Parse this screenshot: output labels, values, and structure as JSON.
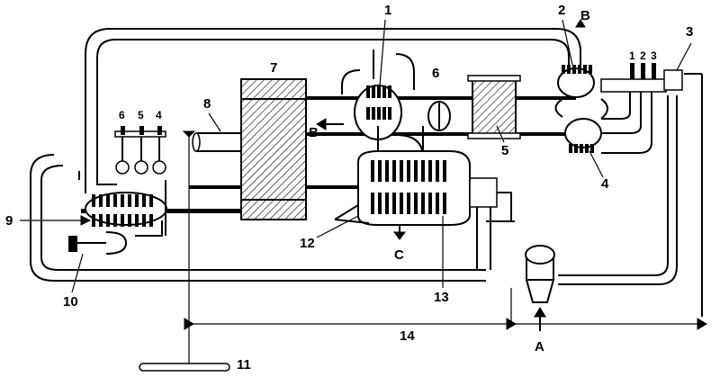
{
  "colors": {
    "line": "#000000",
    "background": "#ffffff"
  },
  "labels": {
    "n1": "1",
    "n2": "2",
    "n3": "3",
    "n4": "4",
    "n5": "5",
    "n6": "6",
    "n7": "7",
    "n8": "8",
    "n9": "9",
    "n10": "10",
    "n11": "11",
    "n12": "12",
    "n13": "13",
    "n14": "14",
    "B_top": "B",
    "B_left": "B",
    "C": "C",
    "A": "A",
    "left_group": [
      "6",
      "5",
      "4"
    ],
    "right_group": [
      "1",
      "2",
      "3"
    ]
  }
}
